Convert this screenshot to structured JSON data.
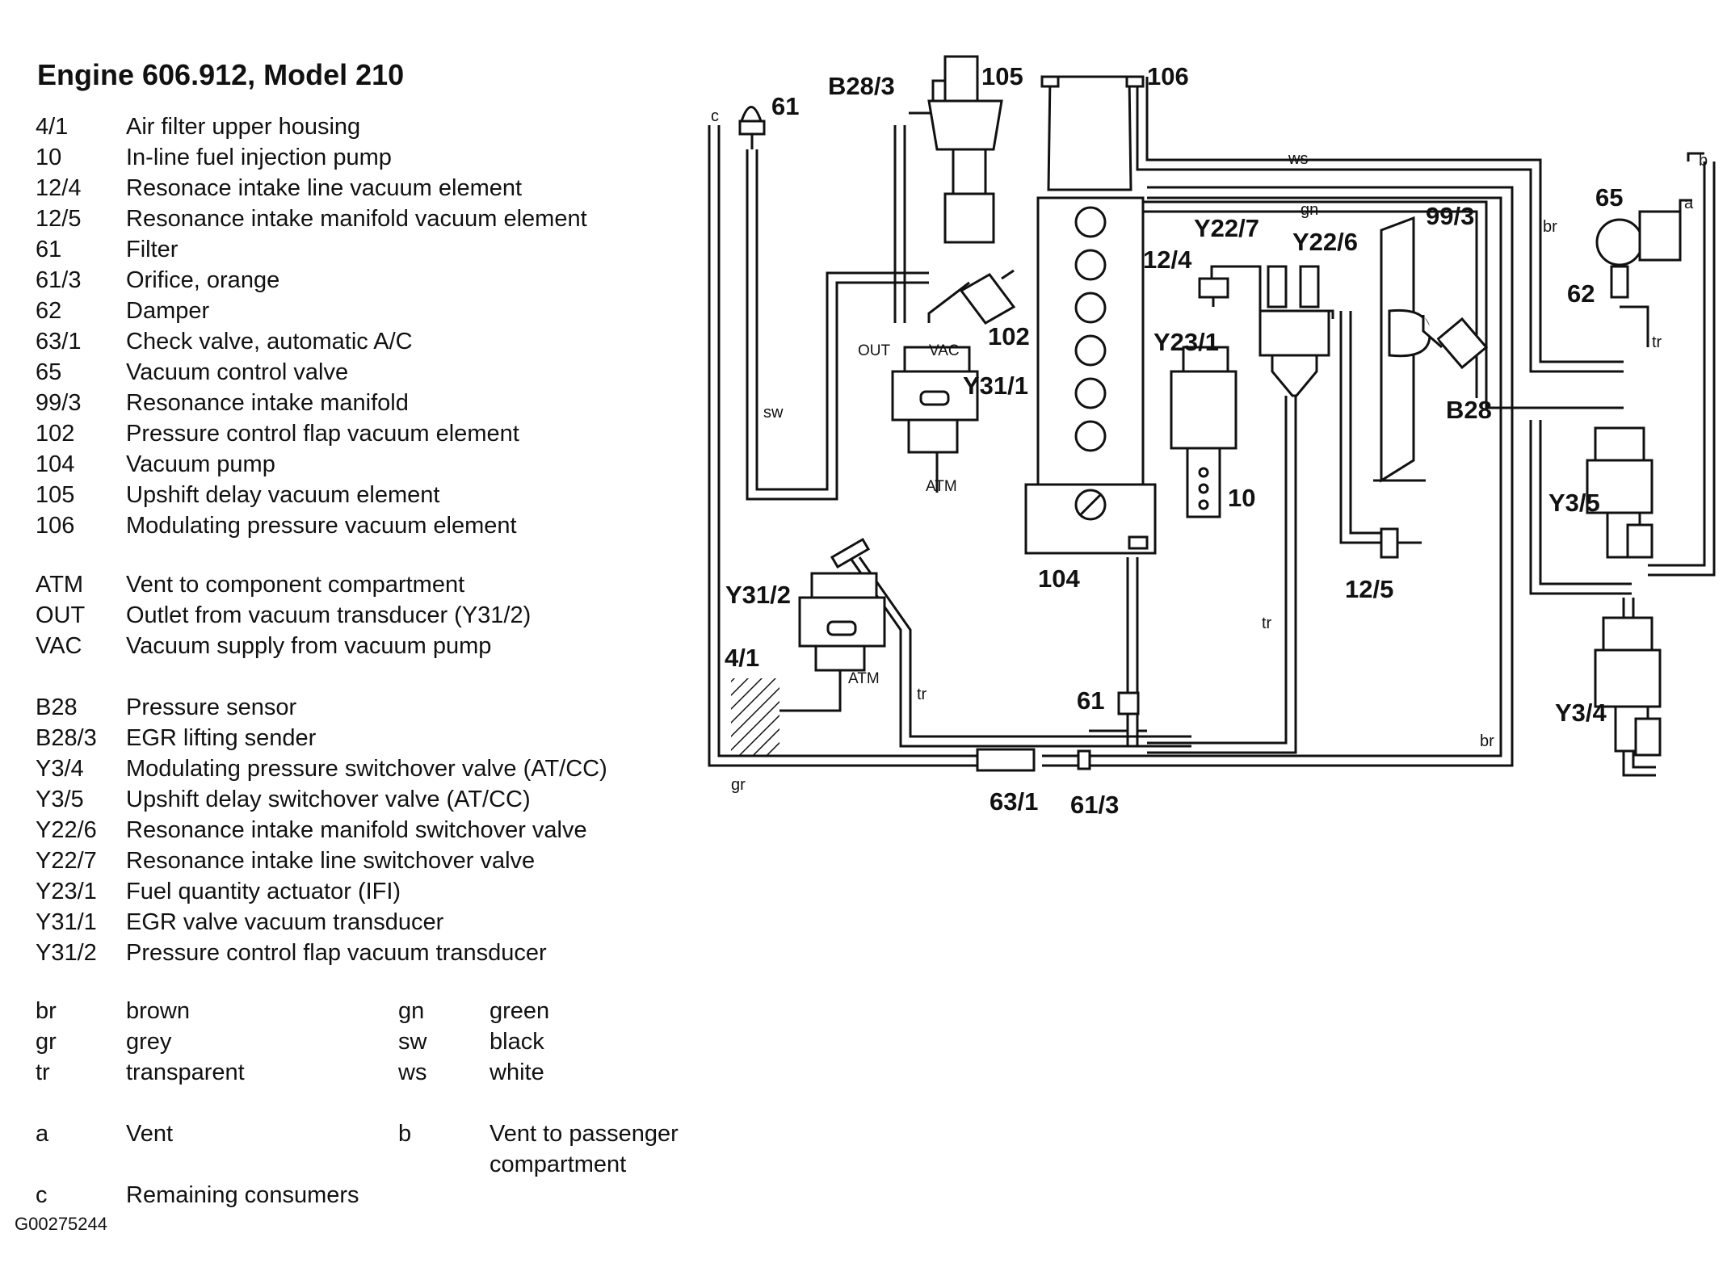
{
  "title": "Engine 606.912, Model 210",
  "components": [
    {
      "code": "4/1",
      "desc": "Air filter upper housing"
    },
    {
      "code": "10",
      "desc": "In-line fuel injection pump"
    },
    {
      "code": "12/4",
      "desc": "Resonace intake line vacuum element"
    },
    {
      "code": "12/5",
      "desc": "Resonance intake manifold vacuum element"
    },
    {
      "code": "61",
      "desc": "Filter"
    },
    {
      "code": "61/3",
      "desc": "Orifice, orange"
    },
    {
      "code": "62",
      "desc": "Damper"
    },
    {
      "code": "63/1",
      "desc": "Check valve, automatic A/C"
    },
    {
      "code": "65",
      "desc": "Vacuum control valve"
    },
    {
      "code": "99/3",
      "desc": "Resonance intake manifold"
    },
    {
      "code": "102",
      "desc": "Pressure control flap vacuum element"
    },
    {
      "code": "104",
      "desc": "Vacuum pump"
    },
    {
      "code": "105",
      "desc": "Upshift delay vacuum element"
    },
    {
      "code": "106",
      "desc": "Modulating pressure vacuum element"
    }
  ],
  "abbreviations": [
    {
      "code": "ATM",
      "desc": "Vent to component compartment"
    },
    {
      "code": "OUT",
      "desc": "Outlet from vacuum transducer (Y31/2)"
    },
    {
      "code": "VAC",
      "desc": "Vacuum supply from vacuum pump"
    }
  ],
  "electrical": [
    {
      "code": "B28",
      "desc": "Pressure sensor"
    },
    {
      "code": "B28/3",
      "desc": "EGR lifting sender"
    },
    {
      "code": "Y3/4",
      "desc": "Modulating pressure switchover valve (AT/CC)"
    },
    {
      "code": "Y3/5",
      "desc": "Upshift delay switchover valve (AT/CC)"
    },
    {
      "code": "Y22/6",
      "desc": "Resonance intake manifold switchover valve"
    },
    {
      "code": "Y22/7",
      "desc": "Resonance intake line switchover valve"
    },
    {
      "code": "Y23/1",
      "desc": "Fuel quantity actuator (IFI)"
    },
    {
      "code": "Y31/1",
      "desc": "EGR valve vacuum transducer"
    },
    {
      "code": "Y31/2",
      "desc": "Pressure control flap vacuum transducer"
    }
  ],
  "colors": [
    {
      "code": "br",
      "desc": "brown",
      "code2": "gn",
      "desc2": "green"
    },
    {
      "code": "gr",
      "desc": "grey",
      "code2": "sw",
      "desc2": "black"
    },
    {
      "code": "tr",
      "desc": "transparent",
      "code2": "ws",
      "desc2": "white"
    }
  ],
  "notes": {
    "a": {
      "code": "a",
      "desc": "Vent"
    },
    "b": {
      "code": "b",
      "desc_line1": "Vent to passenger",
      "desc_line2": "compartment"
    },
    "c": {
      "code": "c",
      "desc": "Remaining consumers"
    }
  },
  "figure_id": "G00275244",
  "diagram_labels": {
    "l61_top": "61",
    "b28_3": "B28/3",
    "l105": "105",
    "l106": "106",
    "ws": "ws",
    "gn": "gn",
    "y22_7": "Y22/7",
    "y22_6": "Y22/6",
    "l99_3": "99/3",
    "l65": "65",
    "a": "a",
    "b": "b",
    "c": "c",
    "br_top": "br",
    "l62": "62",
    "l12_4": "12/4",
    "y23_1": "Y23/1",
    "l102": "102",
    "out": "OUT",
    "vac": "VAC",
    "y31_1": "Y31/1",
    "sw": "sw",
    "atm1": "ATM",
    "l10": "10",
    "l104": "104",
    "b28": "B28",
    "tr_right": "tr",
    "y3_5": "Y3/5",
    "l12_5": "12/5",
    "tr_mid": "tr",
    "y31_2": "Y31/2",
    "atm2": "ATM",
    "l4_1": "4/1",
    "tr_left": "tr",
    "l61_mid": "61",
    "br_bottom": "br",
    "y3_4": "Y3/4",
    "gr": "gr",
    "l63_1": "63/1",
    "l61_3": "61/3"
  },
  "colors_hex": {
    "line": "#111111",
    "background": "#ffffff"
  }
}
